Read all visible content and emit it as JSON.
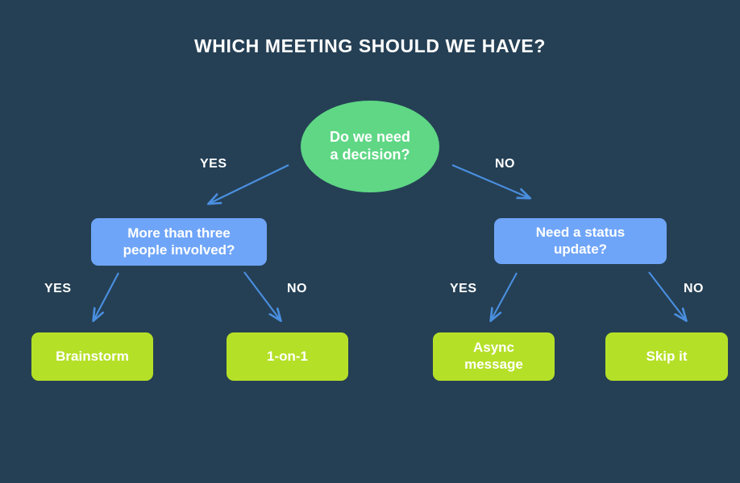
{
  "title": "WHICH MEETING SHOULD WE HAVE?",
  "colors": {
    "background": "#254055",
    "root_node": "#5FD785",
    "decision_node": "#6FA5F8",
    "outcome_node": "#B5E028",
    "arrow": "#4A8FE0",
    "text": "#FFFFFF"
  },
  "chart_data": {
    "type": "diagram",
    "title": "WHICH MEETING SHOULD WE HAVE?",
    "nodes": [
      {
        "id": "root",
        "label": "Do we need a decision?",
        "shape": "ellipse",
        "color": "#5FD785"
      },
      {
        "id": "d1",
        "label": "More than three people involved?",
        "shape": "rounded-rect",
        "color": "#6FA5F8"
      },
      {
        "id": "d2",
        "label": "Need a status update?",
        "shape": "rounded-rect",
        "color": "#6FA5F8"
      },
      {
        "id": "o1",
        "label": "Brainstorm",
        "shape": "rounded-rect",
        "color": "#B5E028"
      },
      {
        "id": "o2",
        "label": "1-on-1",
        "shape": "rounded-rect",
        "color": "#B5E028"
      },
      {
        "id": "o3",
        "label": "Async message",
        "shape": "rounded-rect",
        "color": "#B5E028"
      },
      {
        "id": "o4",
        "label": "Skip it",
        "shape": "rounded-rect",
        "color": "#B5E028"
      }
    ],
    "edges": [
      {
        "from": "root",
        "to": "d1",
        "label": "YES"
      },
      {
        "from": "root",
        "to": "d2",
        "label": "NO"
      },
      {
        "from": "d1",
        "to": "o1",
        "label": "YES"
      },
      {
        "from": "d1",
        "to": "o2",
        "label": "NO"
      },
      {
        "from": "d2",
        "to": "o3",
        "label": "YES"
      },
      {
        "from": "d2",
        "to": "o4",
        "label": "NO"
      }
    ]
  },
  "nodes": {
    "root": {
      "line1": "Do we need",
      "line2": "a decision?"
    },
    "decision_left": {
      "line1": "More than three",
      "line2": "people involved?"
    },
    "decision_right": {
      "line1": "Need a status",
      "line2": "update?"
    },
    "outcome_brainstorm": {
      "label": "Brainstorm"
    },
    "outcome_one_on_one": {
      "label": "1-on-1"
    },
    "outcome_async": {
      "line1": "Async",
      "line2": "message"
    },
    "outcome_skip": {
      "label": "Skip it"
    }
  },
  "edge_labels": {
    "root_yes": "YES",
    "root_no": "NO",
    "left_yes": "YES",
    "left_no": "NO",
    "right_yes": "YES",
    "right_no": "NO"
  }
}
